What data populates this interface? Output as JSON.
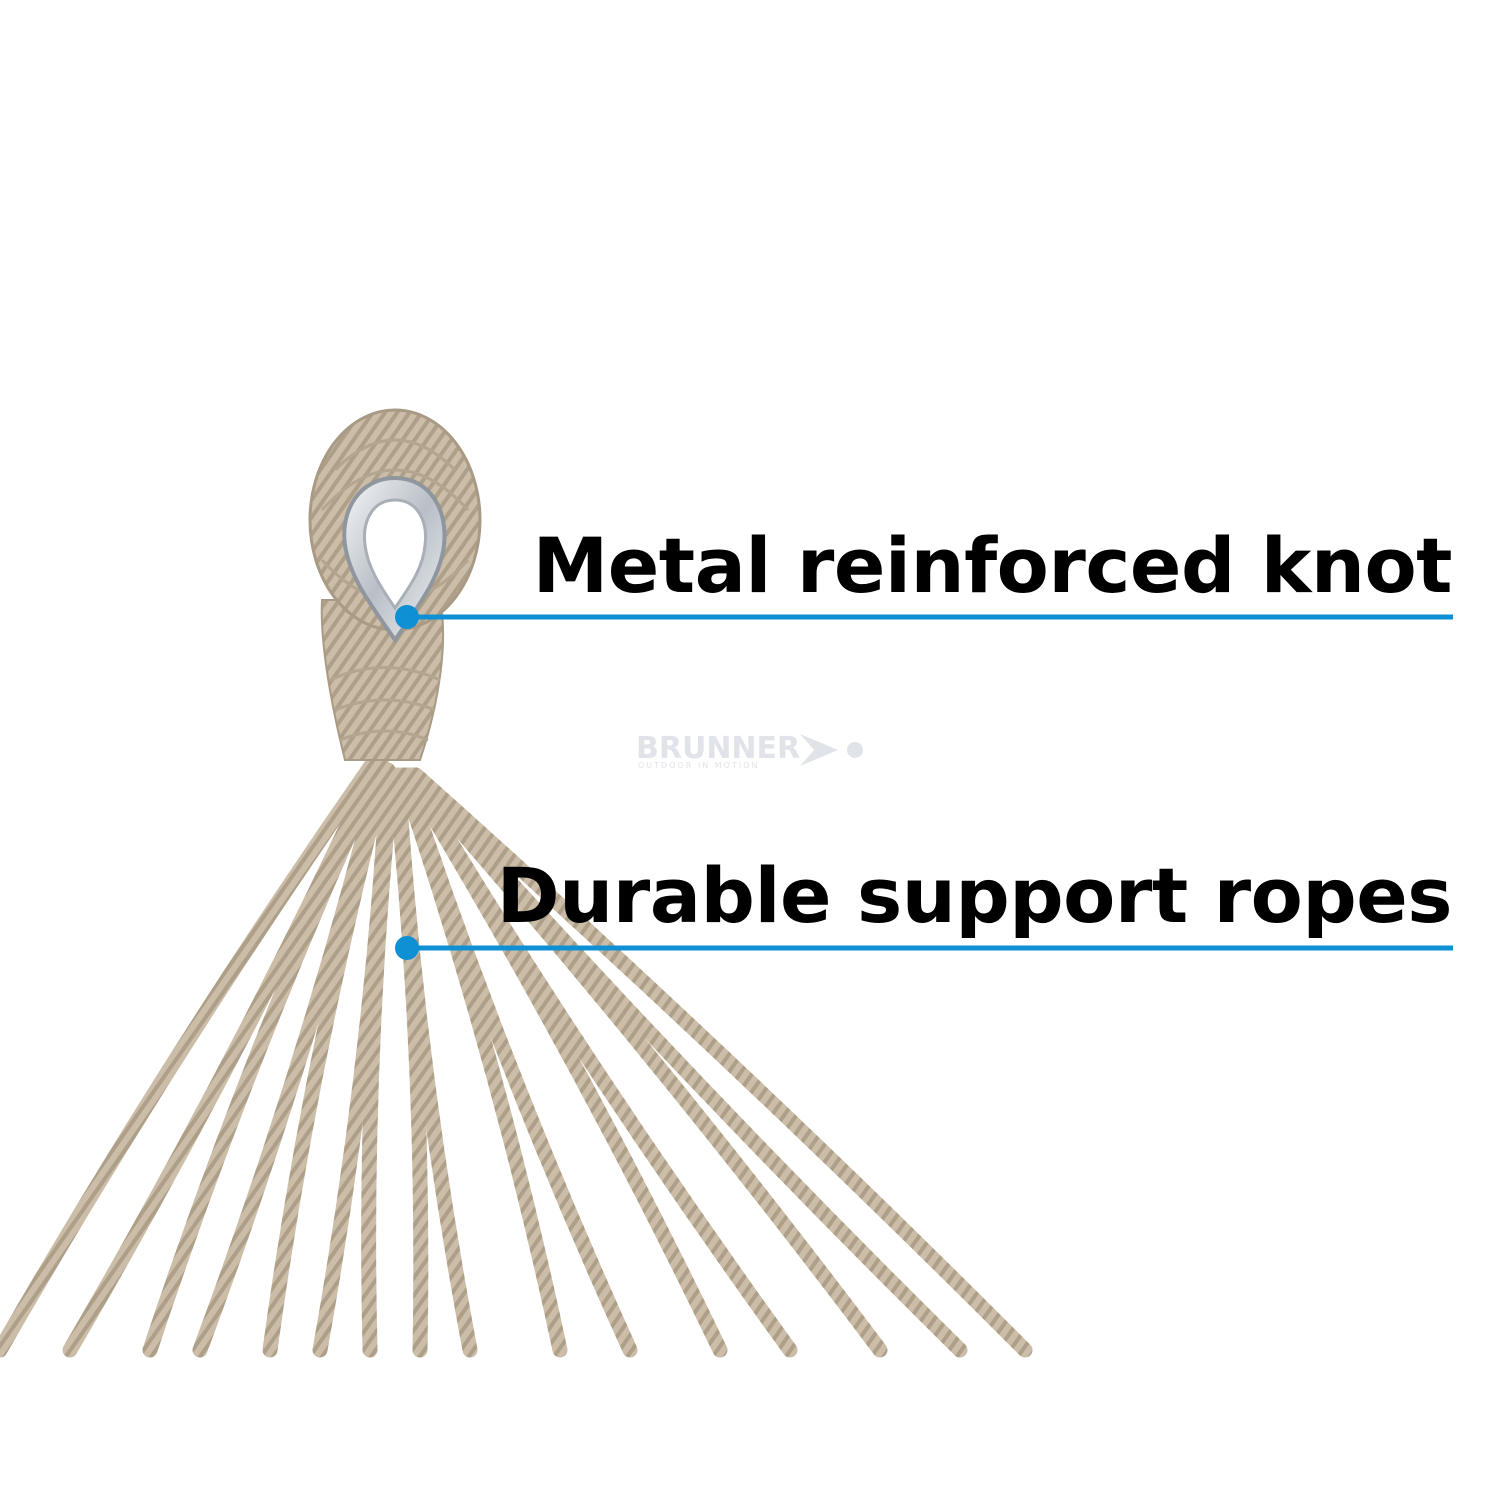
{
  "callouts": [
    {
      "label": "Metal reinforced knot"
    },
    {
      "label": "Durable support ropes"
    }
  ],
  "watermark": {
    "brand": "BRUNNER",
    "tagline": "OUTDOOR IN MOTION"
  },
  "colors": {
    "accent": "#0f8fd4",
    "rope": "#c9bba4",
    "rope_dark": "#9c8e78",
    "metal": "#d7dbe0",
    "text": "#000000",
    "watermark": "#dde1e6",
    "background": "#ffffff"
  }
}
